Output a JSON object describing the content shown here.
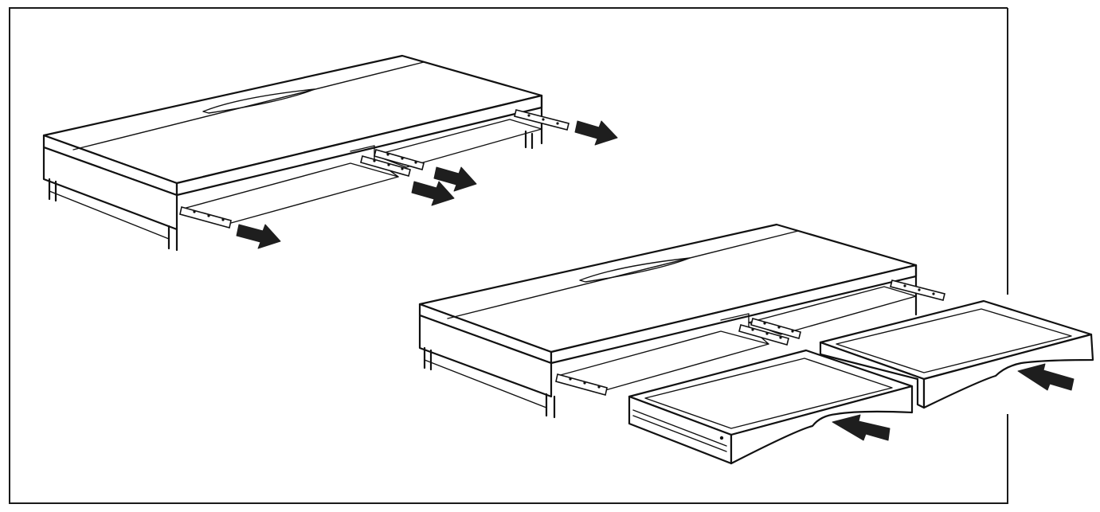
{
  "figure": {
    "kind": "assembly-instruction",
    "step_1": {
      "subject": "cabinet-with-drawer-slides-extended",
      "arrow_count": 4,
      "arrow_direction": "out"
    },
    "step_2": {
      "subject": "drawers-inserted-on-slides",
      "drawer_count": 2,
      "arrow_count": 2,
      "arrow_direction": "in"
    },
    "colors": {
      "ink": "#111111",
      "arrow": "#1e1e1e",
      "background": "#ffffff"
    }
  }
}
